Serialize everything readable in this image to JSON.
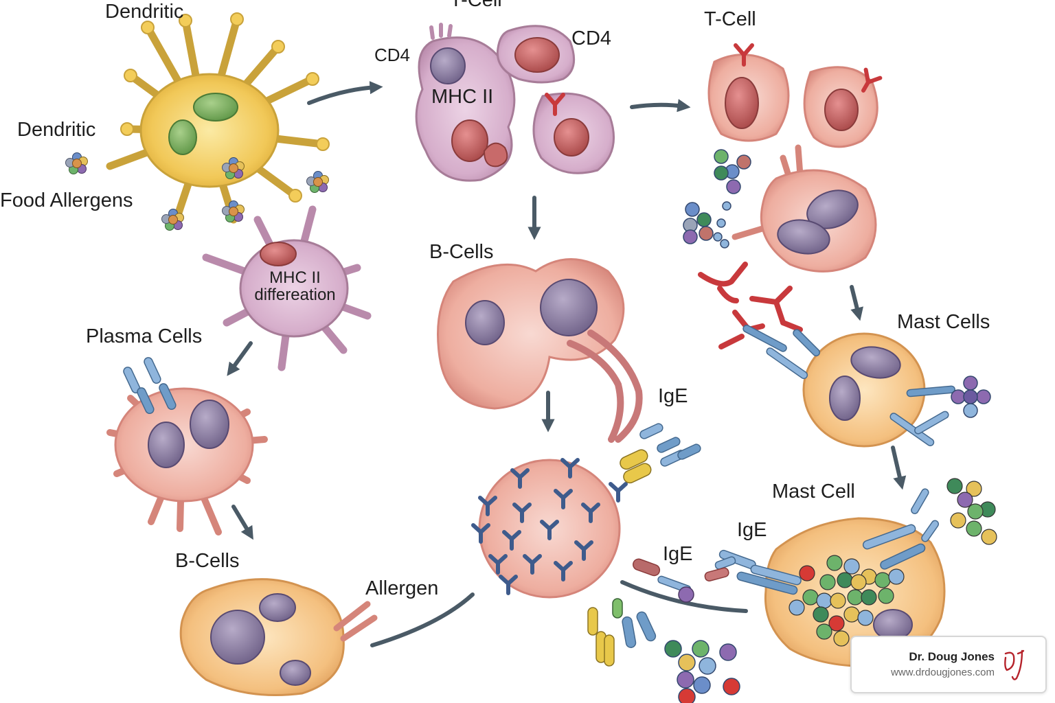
{
  "labels": {
    "dendritic_top": "Dendritic",
    "dendritic_left": "Dendritic",
    "food_allergens": "Food Allergens",
    "tcell_top_middle": "T-Cell",
    "cd4_left": "CD4",
    "cd4_right": "CD4",
    "mhc_ii_tcell": "MHC II",
    "tcell_right": "T-Cell",
    "mhc_ii_dendritic": "MHC II",
    "differentiation": "differeation",
    "plasma_cells": "Plasma Cells",
    "b_cells_middle": "B-Cells",
    "b_cells_bottom": "B-Cells",
    "allergen": "Allergen",
    "ige_top": "IgE",
    "ige_mid": "IgE",
    "ige_low": "IgE",
    "mast_cells": "Mast Cells",
    "mast_cell": "Mast Cell"
  },
  "watermark": {
    "name": "Dr. Doug Jones",
    "url": "www.drdougjones.com"
  },
  "colors": {
    "arrow": "#4a5a66",
    "dendritic": "#f2c94c",
    "t_cell": "#d9b3cf",
    "b_cell": "#eeaea0",
    "mast_cell": "#f3c27a",
    "nucleus": "#8d7ea0",
    "antibody_blue": "#6f9cc8",
    "receptor_red": "#c8393c"
  }
}
